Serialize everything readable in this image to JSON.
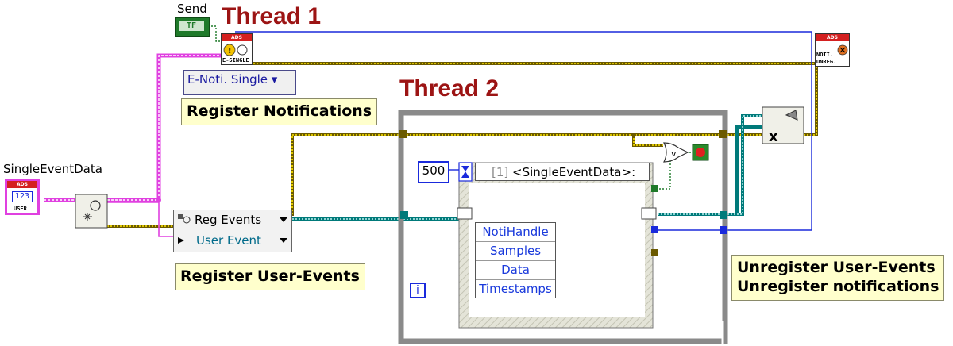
{
  "threads": {
    "thread1": "Thread 1",
    "thread2": "Thread 2"
  },
  "labels": {
    "send": "Send",
    "single_event_data": "SingleEventData"
  },
  "constants": {
    "send_bool": "TF",
    "timeout": "500",
    "iteration": "i"
  },
  "ads": {
    "brand": "ADS",
    "e_single": "E-SINGLE",
    "noti_unreg": [
      "NOTI.",
      "UNREG."
    ],
    "user": [
      "123",
      "USER"
    ]
  },
  "rings": {
    "notification_mode": "E-Noti. Single ▾"
  },
  "reg_events": {
    "title": "Reg Events",
    "input": "User Event"
  },
  "case_selector": {
    "prefix": "[1]",
    "value": "<SingleEventData>:"
  },
  "unbundle": [
    "NotiHandle",
    "Samples",
    "Data",
    "Timestamps"
  ],
  "comments": {
    "register_notifications": "Register Notifications",
    "register_user_events": "Register User-Events",
    "unregister_line1": "Unregister User-Events",
    "unregister_line2": "Unregister notifications"
  },
  "colors": {
    "thread_title": "#9c1414",
    "comment_bg": "#ffffcc",
    "cluster_wire": "#e040e0",
    "refnum_wire": "#007a7a",
    "error_wire": "#c8b400",
    "int_wire": "#1a2adc",
    "bool_wire": "#1f7a2a",
    "structure": "#888888"
  },
  "icons": {
    "send": "boolean-constant-icon",
    "register_notification": "ads-event-single-icon",
    "unregister_notification": "ads-noti-unreg-icon",
    "user_type": "ads-user-type-icon",
    "create_user_event": "create-user-event-icon",
    "destroy_user_event": "destroy-user-event-icon",
    "or_gate": "or-function-icon",
    "stop": "stop-indicator-icon",
    "timeout": "hourglass-timeout-icon"
  }
}
